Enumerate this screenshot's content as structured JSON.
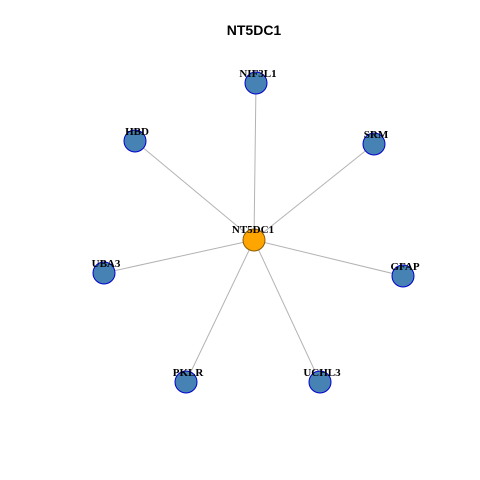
{
  "title": "NT5DC1",
  "center": {
    "label": "NT5DC1",
    "fill": "#FFA500",
    "stroke": "#8B5A00"
  },
  "node_style": {
    "fill": "#4682B4",
    "stroke": "#0000CD"
  },
  "edge_color": "#B3B3B3",
  "neighbors": [
    {
      "label": "NIF3L1"
    },
    {
      "label": "SRM"
    },
    {
      "label": "GFAP"
    },
    {
      "label": "UCHL3"
    },
    {
      "label": "PKLR"
    },
    {
      "label": "UBA3"
    },
    {
      "label": "HBD"
    }
  ]
}
